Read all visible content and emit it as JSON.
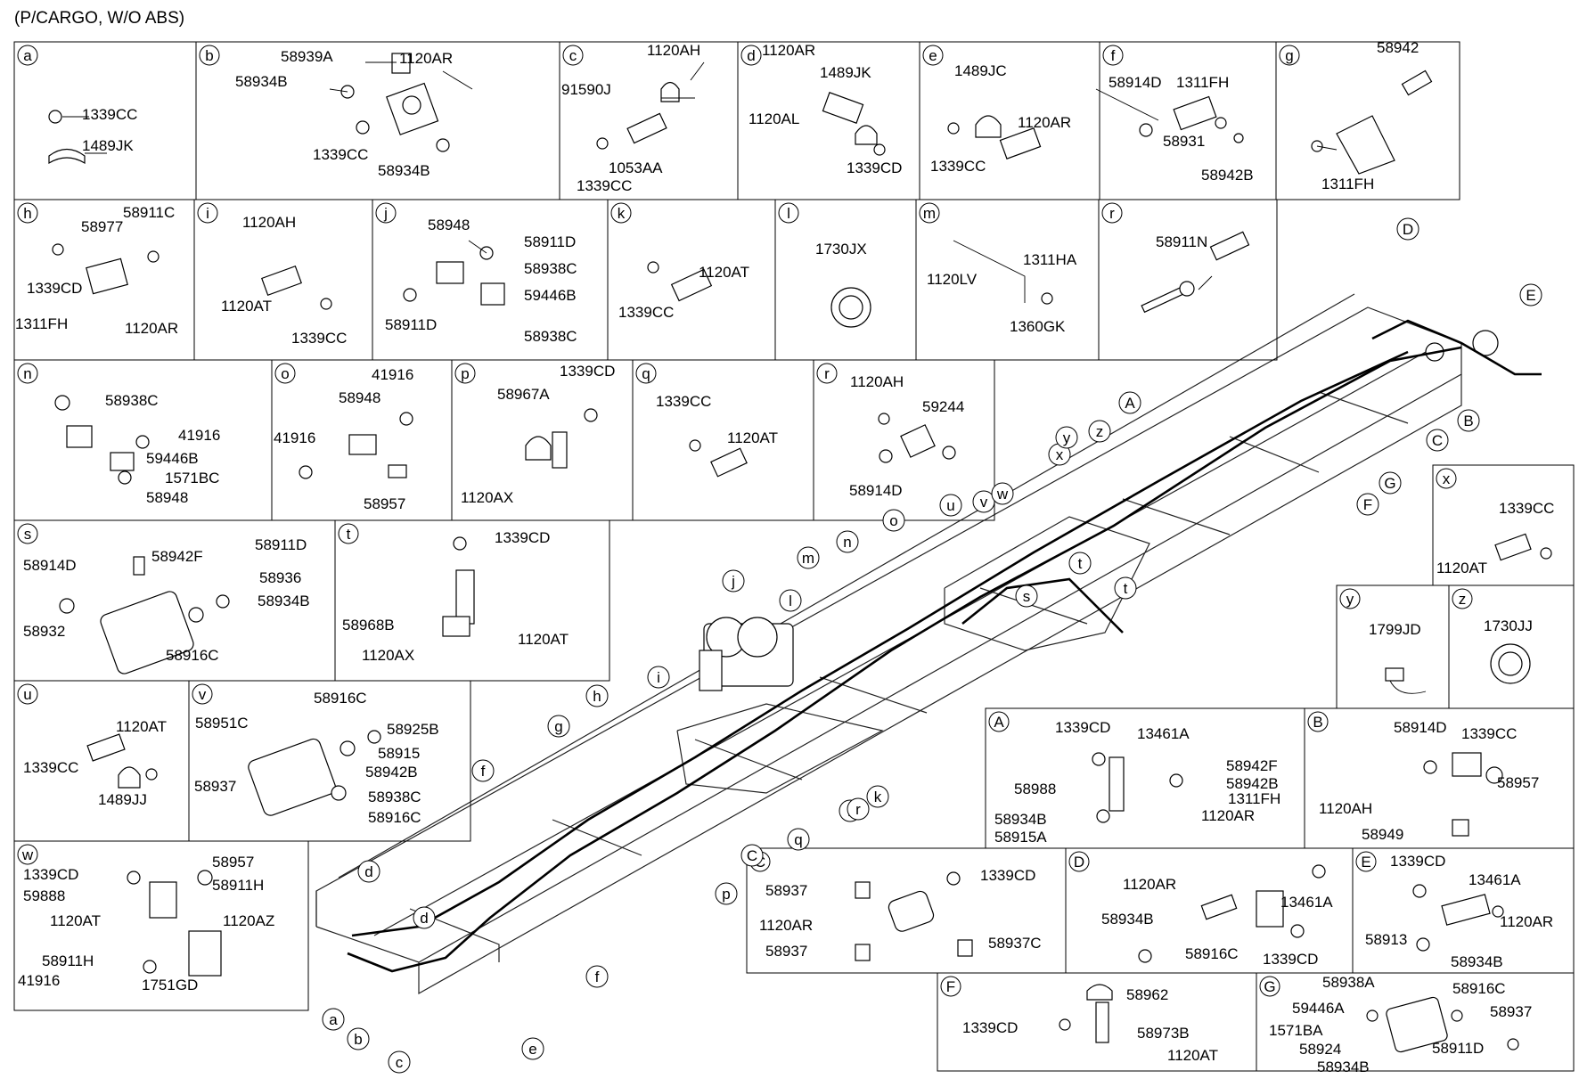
{
  "header": "(P/CARGO, W/O ABS)",
  "panels": [
    {
      "id": "a",
      "labels": [
        "1339CC",
        "1489JK"
      ]
    },
    {
      "id": "b",
      "labels": [
        "58939A",
        "1120AR",
        "58934B",
        "1339CC",
        "58934B"
      ]
    },
    {
      "id": "c",
      "labels": [
        "1120AH",
        "91590J",
        "1053AA",
        "1339CC"
      ]
    },
    {
      "id": "d",
      "labels": [
        "1120AR",
        "1489JK",
        "1120AL",
        "1339CD"
      ]
    },
    {
      "id": "e",
      "labels": [
        "1489JC",
        "1120AR",
        "1339CC"
      ]
    },
    {
      "id": "f",
      "labels": [
        "58914D",
        "1311FH",
        "58931",
        "58942B"
      ]
    },
    {
      "id": "g",
      "labels": [
        "58942",
        "1311FH"
      ]
    },
    {
      "id": "h",
      "labels": [
        "58911C",
        "58977",
        "1339CD",
        "1311FH",
        "1120AR"
      ]
    },
    {
      "id": "i",
      "labels": [
        "1120AH",
        "1120AT",
        "1339CC"
      ]
    },
    {
      "id": "j",
      "labels": [
        "58948",
        "58911D",
        "58938C",
        "59446B",
        "58911D",
        "58938C"
      ]
    },
    {
      "id": "k",
      "labels": [
        "1120AT",
        "1339CC"
      ]
    },
    {
      "id": "l",
      "labels": [
        "1730JX"
      ]
    },
    {
      "id": "m",
      "labels": [
        "1120LV",
        "1311HA",
        "1360GK"
      ]
    },
    {
      "id": "r",
      "labels": [
        "58911N"
      ]
    },
    {
      "id": "n",
      "labels": [
        "58938C",
        "41916",
        "59446B",
        "1571BC",
        "58948",
        "1571BC"
      ]
    },
    {
      "id": "o",
      "labels": [
        "41916",
        "58948",
        "41916",
        "58957"
      ]
    },
    {
      "id": "p",
      "labels": [
        "1339CD",
        "58967A",
        "1120AX"
      ]
    },
    {
      "id": "q",
      "labels": [
        "1339CC",
        "1120AT"
      ]
    },
    {
      "id": "r",
      "labels": [
        "1120AH",
        "59244",
        "58914D"
      ]
    },
    {
      "id": "s",
      "labels": [
        "58914D",
        "58942F",
        "58911D",
        "58936",
        "58934B",
        "58932",
        "58916C"
      ]
    },
    {
      "id": "t",
      "labels": [
        "1339CD",
        "58968B",
        "1120AT",
        "1120AX"
      ]
    },
    {
      "id": "u",
      "labels": [
        "1120AT",
        "1339CC",
        "1489JJ"
      ]
    },
    {
      "id": "v",
      "labels": [
        "58916C",
        "58951C",
        "58925B",
        "58915",
        "58942B",
        "58937",
        "58938C",
        "58916C"
      ]
    },
    {
      "id": "w",
      "labels": [
        "1339CD",
        "58957",
        "59888",
        "58911H",
        "1120AT",
        "1120AZ",
        "58911H",
        "41916",
        "1751GD"
      ]
    },
    {
      "id": "x",
      "labels": [
        "1339CC",
        "1120AT"
      ]
    },
    {
      "id": "y",
      "labels": [
        "1799JD"
      ]
    },
    {
      "id": "z",
      "labels": [
        "1730JJ"
      ]
    },
    {
      "id": "A",
      "labels": [
        "1339CD",
        "13461A",
        "58942F",
        "58988",
        "58942B",
        "1311FH",
        "58934B",
        "1120AR",
        "58915A"
      ]
    },
    {
      "id": "B",
      "labels": [
        "58914D",
        "1339CC",
        "58957",
        "1120AH",
        "58949"
      ]
    },
    {
      "id": "C",
      "labels": [
        "58937",
        "1339CD",
        "1120AR",
        "58937",
        "58937C"
      ]
    },
    {
      "id": "D",
      "labels": [
        "1120AR",
        "13461A",
        "58934B",
        "58916C",
        "1339CD"
      ]
    },
    {
      "id": "E",
      "labels": [
        "1339CD",
        "13461A",
        "1120AR",
        "58913",
        "58934B"
      ]
    },
    {
      "id": "F",
      "labels": [
        "58962",
        "1339CD",
        "58973B",
        "1120AT"
      ]
    },
    {
      "id": "G",
      "labels": [
        "58938A",
        "58916C",
        "59446A",
        "58937",
        "1571BA",
        "58924",
        "58911D",
        "58934B"
      ]
    }
  ],
  "callouts": [
    "a",
    "b",
    "c",
    "d",
    "d",
    "e",
    "f",
    "f",
    "g",
    "h",
    "i",
    "j",
    "l",
    "m",
    "n",
    "o",
    "u",
    "v",
    "w",
    "x",
    "y",
    "z",
    "A",
    "s",
    "t",
    "t",
    "k",
    "q",
    "r",
    "p",
    "C",
    "r",
    "D",
    "E",
    "B",
    "C",
    "G",
    "F"
  ]
}
